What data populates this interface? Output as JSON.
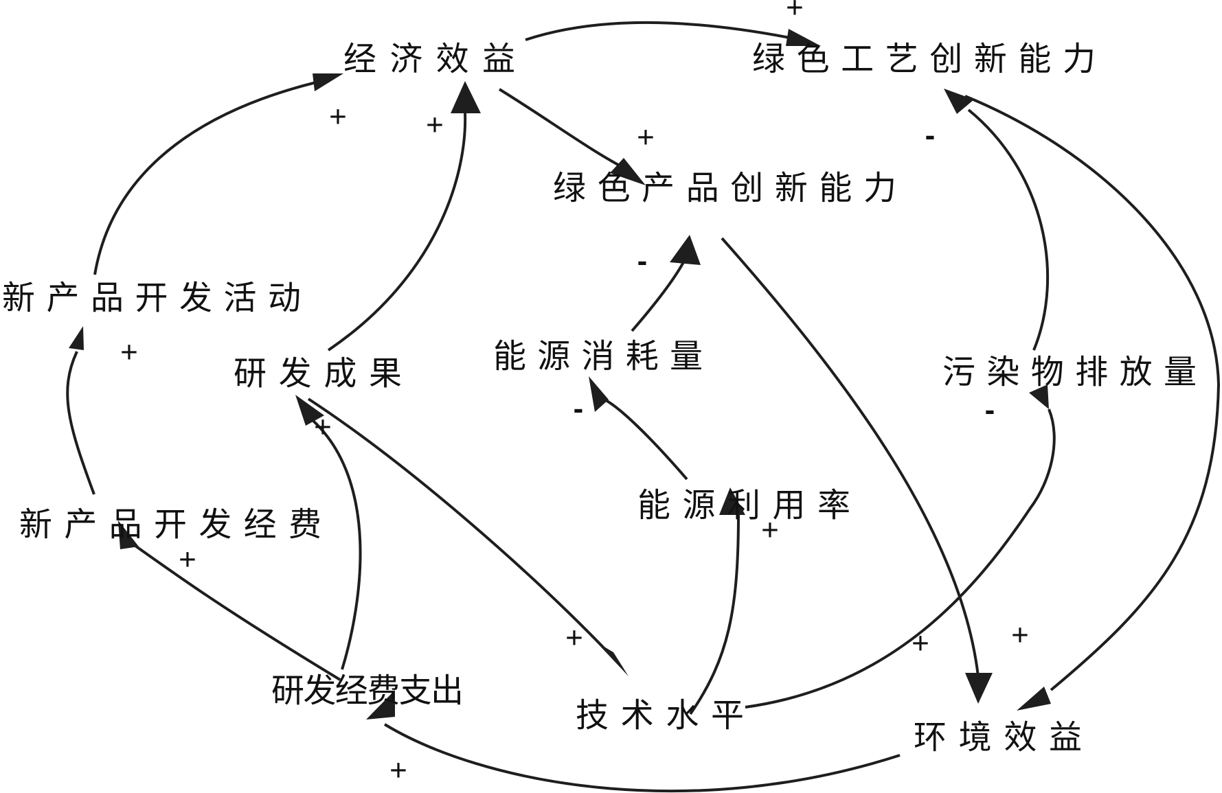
{
  "diagram": {
    "type": "causal-loop-diagram",
    "colors": {
      "line": "#1e1e1e",
      "text": "#111111",
      "background": "#ffffff"
    },
    "nodes": [
      {
        "id": "econ",
        "label": "经济效益"
      },
      {
        "id": "green_proc",
        "label": "绿色工艺创新能力"
      },
      {
        "id": "green_prod",
        "label": "绿色产品创新能力"
      },
      {
        "id": "np_activity",
        "label": "新产品开发活动"
      },
      {
        "id": "rd_result",
        "label": "研发成果"
      },
      {
        "id": "energy_use",
        "label": "能源消耗量"
      },
      {
        "id": "pollution",
        "label": "污染物排放量"
      },
      {
        "id": "energy_eff",
        "label": "能源利用率"
      },
      {
        "id": "np_fund",
        "label": "新产品开发经费"
      },
      {
        "id": "rd_expense",
        "label": "研发经费支出"
      },
      {
        "id": "tech_level",
        "label": "技术水平"
      },
      {
        "id": "env_benefit",
        "label": "环境效益"
      }
    ],
    "edges": [
      {
        "from": "econ",
        "to": "green_proc",
        "polarity": "+"
      },
      {
        "from": "econ",
        "to": "green_prod",
        "polarity": "+"
      },
      {
        "from": "np_activity",
        "to": "econ",
        "polarity": "+"
      },
      {
        "from": "rd_result",
        "to": "econ",
        "polarity": "+"
      },
      {
        "from": "energy_use",
        "to": "green_prod",
        "polarity": "-"
      },
      {
        "from": "pollution",
        "to": "green_proc",
        "polarity": "-"
      },
      {
        "from": "green_prod",
        "to": "env_benefit",
        "polarity": "+"
      },
      {
        "from": "green_proc",
        "to": "env_benefit",
        "polarity": "+"
      },
      {
        "from": "np_fund",
        "to": "np_activity",
        "polarity": "+"
      },
      {
        "from": "rd_expense",
        "to": "np_fund",
        "polarity": "+"
      },
      {
        "from": "rd_expense",
        "to": "rd_result",
        "polarity": "+"
      },
      {
        "from": "rd_result",
        "to": "tech_level",
        "polarity": "+"
      },
      {
        "from": "energy_eff",
        "to": "energy_use",
        "polarity": "-"
      },
      {
        "from": "tech_level",
        "to": "energy_eff",
        "polarity": "+"
      },
      {
        "from": "tech_level",
        "to": "pollution",
        "polarity": "-"
      },
      {
        "from": "env_benefit",
        "to": "rd_expense",
        "polarity": "+"
      }
    ]
  }
}
